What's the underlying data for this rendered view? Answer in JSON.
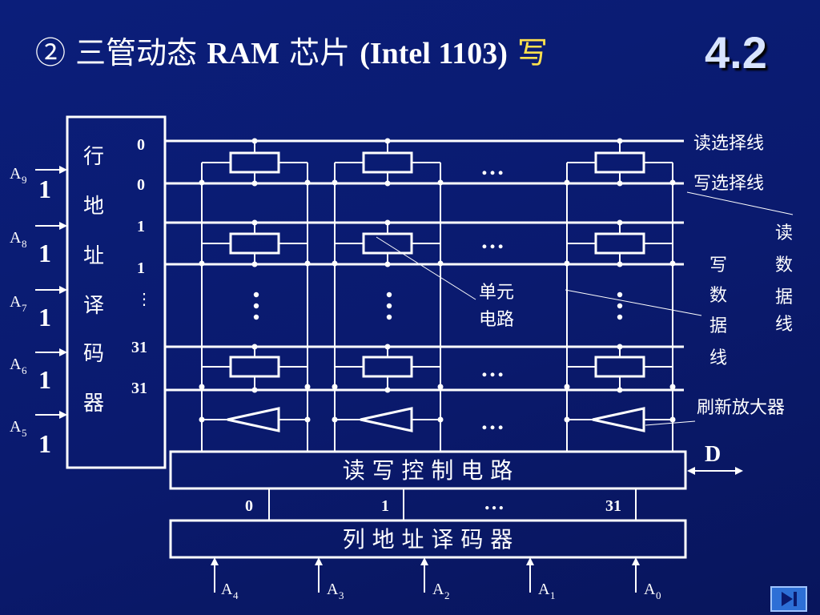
{
  "slide": {
    "title": {
      "circled_num": "②",
      "prefix": "三管动态",
      "ram": "RAM",
      "chip": "芯片",
      "model": "(Intel 1103)",
      "highlight": "写"
    },
    "section": "4.2"
  },
  "diagram": {
    "row_decoder_chars": [
      "行",
      "地",
      "址",
      "译",
      "码",
      "器"
    ],
    "row_numbers": [
      "0",
      "0",
      "1",
      "1",
      "31",
      "31"
    ],
    "row_ellipsis": "⋮",
    "row_address_inputs": [
      {
        "letter": "A",
        "sub": "9",
        "bit": "1"
      },
      {
        "letter": "A",
        "sub": "8",
        "bit": "1"
      },
      {
        "letter": "A",
        "sub": "7",
        "bit": "1"
      },
      {
        "letter": "A",
        "sub": "6",
        "bit": "1"
      },
      {
        "letter": "A",
        "sub": "5",
        "bit": "1"
      }
    ],
    "labels": {
      "read_select": "读选择线",
      "write_select": "写选择线",
      "read_data_chars": [
        "读",
        "数",
        "据",
        "线"
      ],
      "write_data_chars": [
        "写",
        "数",
        "据",
        "线"
      ],
      "cell": [
        "单元",
        "电路"
      ],
      "refresh_amp": "刷新放大器",
      "data_io": "D"
    },
    "col_ellipsis": "…",
    "rw_control": "读 写 控 制 电 路",
    "col_numbers": [
      "0",
      "1",
      "…",
      "31"
    ],
    "col_decoder": "列 地 址 译 码 器",
    "col_address_inputs": [
      {
        "letter": "A",
        "sub": "4"
      },
      {
        "letter": "A",
        "sub": "3"
      },
      {
        "letter": "A",
        "sub": "2"
      },
      {
        "letter": "A",
        "sub": "1"
      },
      {
        "letter": "A",
        "sub": "0"
      }
    ]
  },
  "colors": {
    "background": "#0a1a6e",
    "line": "#ffffff",
    "highlight": "#ffe14d",
    "section": "#d8e4ff"
  }
}
